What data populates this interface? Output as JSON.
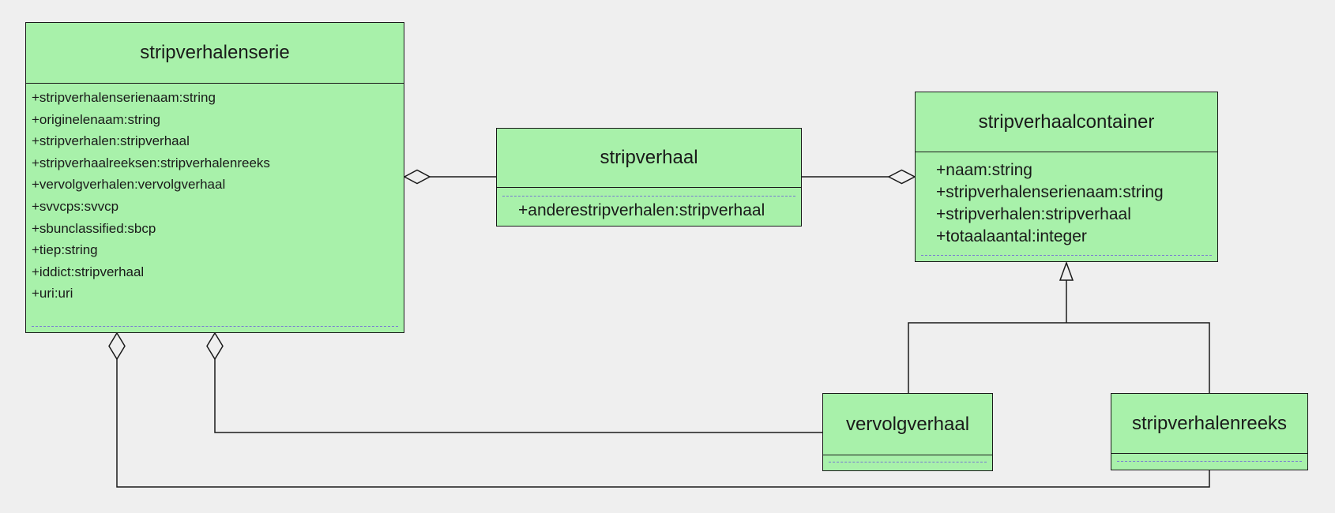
{
  "colors": {
    "background": "#efefef",
    "class_fill": "#a8f1aa",
    "class_border": "#1a1a1a",
    "line": "#1a1a1a",
    "dashed_separator": "#7878d2",
    "text": "#1a1a1a"
  },
  "classes": [
    {
      "title": "stripverhalenserie",
      "attributes": [
        "+stripverhalenserienaam:string",
        "+originelenaam:string",
        "+stripverhalen:stripverhaal",
        "+stripverhaalreeksen:stripverhalenreeks",
        "+vervolgverhalen:vervolgverhaal",
        "+svvcps:svvcp",
        "+sbunclassified:sbcp",
        "+tiep:string",
        "+iddict:stripverhaal",
        "+uri:uri"
      ]
    },
    {
      "title": "stripverhaal",
      "attributes": [
        "+anderestripverhalen:stripverhaal"
      ]
    },
    {
      "title": "stripverhaalcontainer",
      "attributes": [
        "+naam:string",
        "+stripverhalenserienaam:string",
        "+stripverhalen:stripverhaal",
        "+totaalaantal:integer"
      ]
    },
    {
      "title": "vervolgverhaal",
      "attributes": []
    },
    {
      "title": "stripverhalenreeks",
      "attributes": []
    }
  ],
  "relationships": [
    {
      "type": "aggregation",
      "whole": "stripverhalenserie",
      "part": "stripverhaal"
    },
    {
      "type": "aggregation",
      "whole": "stripverhaalcontainer",
      "part": "stripverhaal"
    },
    {
      "type": "aggregation",
      "whole": "stripverhalenserie",
      "part": "vervolgverhaal"
    },
    {
      "type": "aggregation",
      "whole": "stripverhalenserie",
      "part": "stripverhalenreeks"
    },
    {
      "type": "generalization",
      "child": "vervolgverhaal",
      "parent": "stripverhaalcontainer"
    },
    {
      "type": "generalization",
      "child": "stripverhalenreeks",
      "parent": "stripverhaalcontainer"
    }
  ]
}
